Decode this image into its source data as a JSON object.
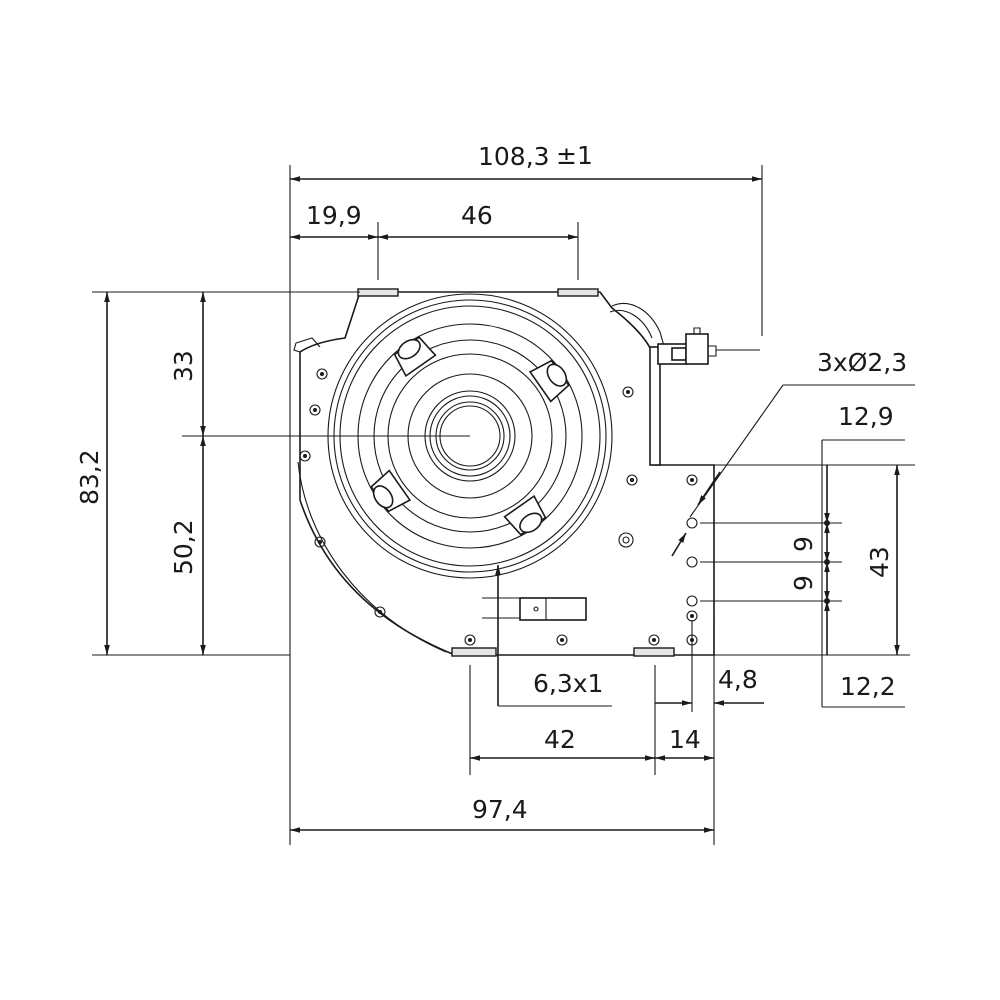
{
  "dimensions": {
    "overall_width": "108,3",
    "overall_width_tol": "±1",
    "left_offset": "19,9",
    "top_span": "46",
    "overall_height": "83,2",
    "upper_height": "33",
    "lower_height": "50,2",
    "holes": "3xØ2,3",
    "right_offset_top": "12,9",
    "hole_pitch_1": "9",
    "hole_pitch_2": "9",
    "hole_span": "43",
    "right_offset_bottom": "12,2",
    "terminal": "6,3x1",
    "edge_offset": "4,8",
    "foot_span": "42",
    "foot_edge": "14",
    "base_width": "97,4"
  },
  "colors": {
    "line": "#1a1a1a",
    "part_fill": "#ffffff",
    "shade": "#e6e6e6"
  }
}
